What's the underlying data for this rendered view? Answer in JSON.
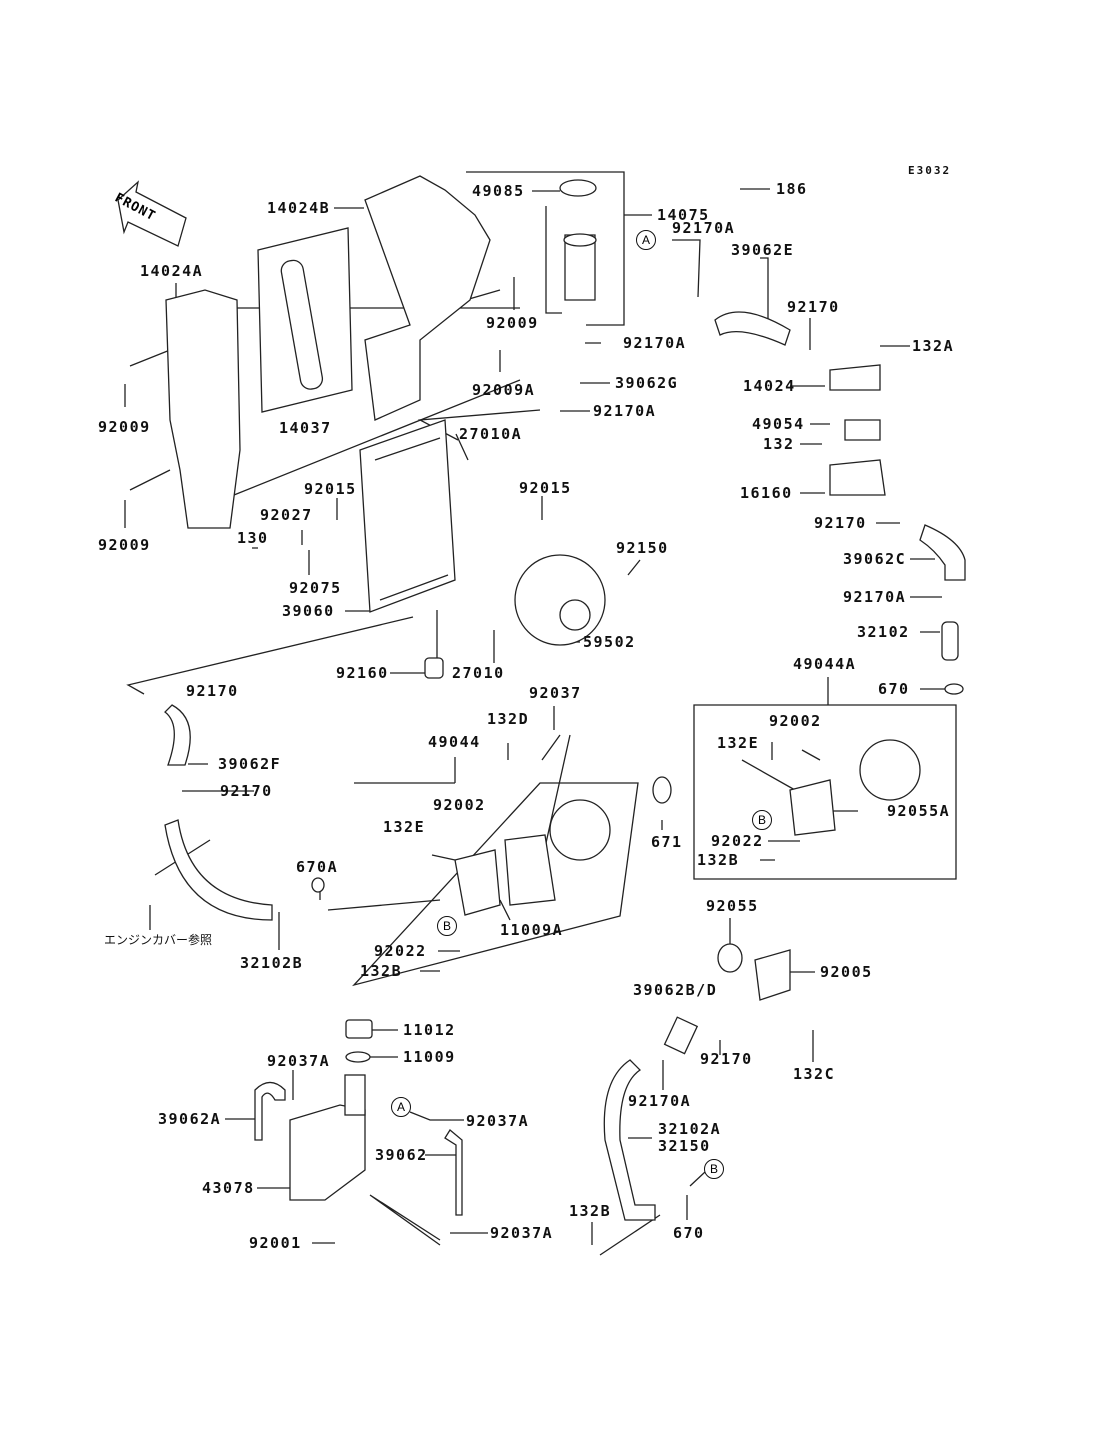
{
  "diagram_code": "E3032",
  "front_label": "FRONT",
  "engine_cover_note": "エンジンカバー参照",
  "callouts": {
    "a": "A",
    "b": "B"
  },
  "parts": [
    "49085",
    "14075",
    "186",
    "14024B",
    "14024A",
    "92170A",
    "39062E",
    "92009",
    "92170",
    "92170A",
    "132A",
    "92009A",
    "39062G",
    "14024",
    "92170A",
    "92009",
    "14037",
    "49054",
    "132",
    "27010A",
    "16160",
    "92015",
    "92015",
    "92170",
    "92027",
    "130",
    "39062C",
    "92150",
    "92009",
    "92075",
    "39060",
    "92170A",
    "59502",
    "32102",
    "92160",
    "27010",
    "49044A",
    "670",
    "92170",
    "92037",
    "132D",
    "49044",
    "92002",
    "132E",
    "39062F",
    "92170",
    "92055A",
    "92002",
    "132E",
    "671",
    "92022",
    "132B",
    "670A",
    "11009A",
    "92022",
    "132B",
    "32102B",
    "92055",
    "92005",
    "39062B/D",
    "11012",
    "11009",
    "92170",
    "92037A",
    "132C",
    "92170A",
    "39062A",
    "92037A",
    "32102A",
    "32150",
    "39062",
    "43078",
    "132B",
    "670",
    "92037A",
    "92001"
  ]
}
